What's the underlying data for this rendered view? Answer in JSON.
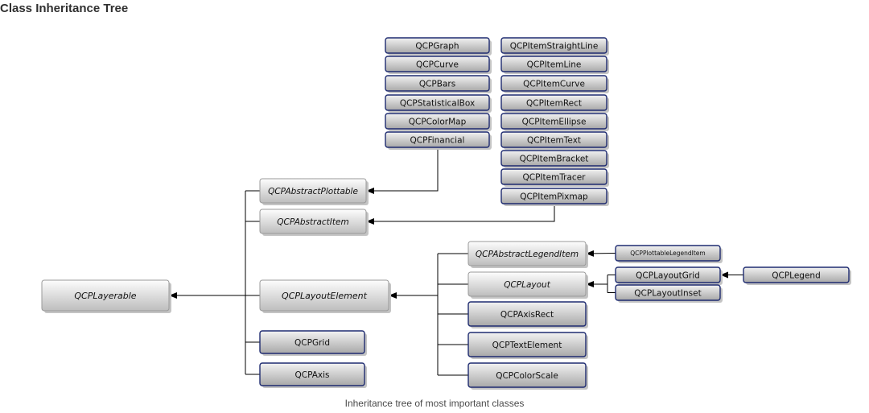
{
  "heading": "Class Inheritance Tree",
  "caption": "Inheritance tree of most important classes",
  "colors": {
    "concrete_top": "#f2f2f2",
    "concrete_bottom": "#a8a8a8",
    "concrete_border": "#1e2b70",
    "abstract_top": "#fdfdfd",
    "abstract_bottom": "#bdbdbd",
    "abstract_border": "#9a9a9a",
    "connector": "#000000",
    "shadow": "#c4c4c4"
  },
  "nodes": [
    {
      "id": "qcp-layerable",
      "label": "QCPLayerable",
      "abstract": true
    },
    {
      "id": "qcp-abstract-plottable",
      "label": "QCPAbstractPlottable",
      "abstract": true
    },
    {
      "id": "qcp-abstract-item",
      "label": "QCPAbstractItem",
      "abstract": true
    },
    {
      "id": "qcp-layout-element",
      "label": "QCPLayoutElement",
      "abstract": true
    },
    {
      "id": "qcp-grid",
      "label": "QCPGrid",
      "abstract": false
    },
    {
      "id": "qcp-axis",
      "label": "QCPAxis",
      "abstract": false
    },
    {
      "id": "qcp-graph",
      "label": "QCPGraph",
      "abstract": false
    },
    {
      "id": "qcp-curve",
      "label": "QCPCurve",
      "abstract": false
    },
    {
      "id": "qcp-bars",
      "label": "QCPBars",
      "abstract": false
    },
    {
      "id": "qcp-statistical-box",
      "label": "QCPStatisticalBox",
      "abstract": false
    },
    {
      "id": "qcp-color-map",
      "label": "QCPColorMap",
      "abstract": false
    },
    {
      "id": "qcp-financial",
      "label": "QCPFinancial",
      "abstract": false
    },
    {
      "id": "qcp-item-straight-line",
      "label": "QCPItemStraightLine",
      "abstract": false
    },
    {
      "id": "qcp-item-line",
      "label": "QCPItemLine",
      "abstract": false
    },
    {
      "id": "qcp-item-curve",
      "label": "QCPItemCurve",
      "abstract": false
    },
    {
      "id": "qcp-item-rect",
      "label": "QCPItemRect",
      "abstract": false
    },
    {
      "id": "qcp-item-ellipse",
      "label": "QCPItemEllipse",
      "abstract": false
    },
    {
      "id": "qcp-item-text",
      "label": "QCPItemText",
      "abstract": false
    },
    {
      "id": "qcp-item-bracket",
      "label": "QCPItemBracket",
      "abstract": false
    },
    {
      "id": "qcp-item-tracer",
      "label": "QCPItemTracer",
      "abstract": false
    },
    {
      "id": "qcp-item-pixmap",
      "label": "QCPItemPixmap",
      "abstract": false
    },
    {
      "id": "qcp-abstract-legend-item",
      "label": "QCPAbstractLegendItem",
      "abstract": true
    },
    {
      "id": "qcp-layout",
      "label": "QCPLayout",
      "abstract": true
    },
    {
      "id": "qcp-axis-rect",
      "label": "QCPAxisRect",
      "abstract": false
    },
    {
      "id": "qcp-text-element",
      "label": "QCPTextElement",
      "abstract": false
    },
    {
      "id": "qcp-color-scale",
      "label": "QCPColorScale",
      "abstract": false
    },
    {
      "id": "qcp-plottable-legend-item",
      "label": "QCPPlottableLegendItem",
      "abstract": false
    },
    {
      "id": "qcp-layout-grid",
      "label": "QCPLayoutGrid",
      "abstract": false
    },
    {
      "id": "qcp-layout-inset",
      "label": "QCPLayoutInset",
      "abstract": false
    },
    {
      "id": "qcp-legend",
      "label": "QCPLegend",
      "abstract": false
    }
  ],
  "edges": [
    {
      "from": "qcp-abstract-plottable",
      "to": "qcp-layerable"
    },
    {
      "from": "qcp-abstract-item",
      "to": "qcp-layerable"
    },
    {
      "from": "qcp-layout-element",
      "to": "qcp-layerable"
    },
    {
      "from": "qcp-grid",
      "to": "qcp-layerable"
    },
    {
      "from": "qcp-axis",
      "to": "qcp-layerable"
    },
    {
      "from": "qcp-graph",
      "to": "qcp-abstract-plottable"
    },
    {
      "from": "qcp-curve",
      "to": "qcp-abstract-plottable"
    },
    {
      "from": "qcp-bars",
      "to": "qcp-abstract-plottable"
    },
    {
      "from": "qcp-statistical-box",
      "to": "qcp-abstract-plottable"
    },
    {
      "from": "qcp-color-map",
      "to": "qcp-abstract-plottable"
    },
    {
      "from": "qcp-financial",
      "to": "qcp-abstract-plottable"
    },
    {
      "from": "qcp-item-straight-line",
      "to": "qcp-abstract-item"
    },
    {
      "from": "qcp-item-line",
      "to": "qcp-abstract-item"
    },
    {
      "from": "qcp-item-curve",
      "to": "qcp-abstract-item"
    },
    {
      "from": "qcp-item-rect",
      "to": "qcp-abstract-item"
    },
    {
      "from": "qcp-item-ellipse",
      "to": "qcp-abstract-item"
    },
    {
      "from": "qcp-item-text",
      "to": "qcp-abstract-item"
    },
    {
      "from": "qcp-item-bracket",
      "to": "qcp-abstract-item"
    },
    {
      "from": "qcp-item-tracer",
      "to": "qcp-abstract-item"
    },
    {
      "from": "qcp-item-pixmap",
      "to": "qcp-abstract-item"
    },
    {
      "from": "qcp-abstract-legend-item",
      "to": "qcp-layout-element"
    },
    {
      "from": "qcp-layout",
      "to": "qcp-layout-element"
    },
    {
      "from": "qcp-axis-rect",
      "to": "qcp-layout-element"
    },
    {
      "from": "qcp-text-element",
      "to": "qcp-layout-element"
    },
    {
      "from": "qcp-color-scale",
      "to": "qcp-layout-element"
    },
    {
      "from": "qcp-plottable-legend-item",
      "to": "qcp-abstract-legend-item"
    },
    {
      "from": "qcp-layout-grid",
      "to": "qcp-layout"
    },
    {
      "from": "qcp-layout-inset",
      "to": "qcp-layout"
    },
    {
      "from": "qcp-legend",
      "to": "qcp-layout-grid"
    }
  ]
}
